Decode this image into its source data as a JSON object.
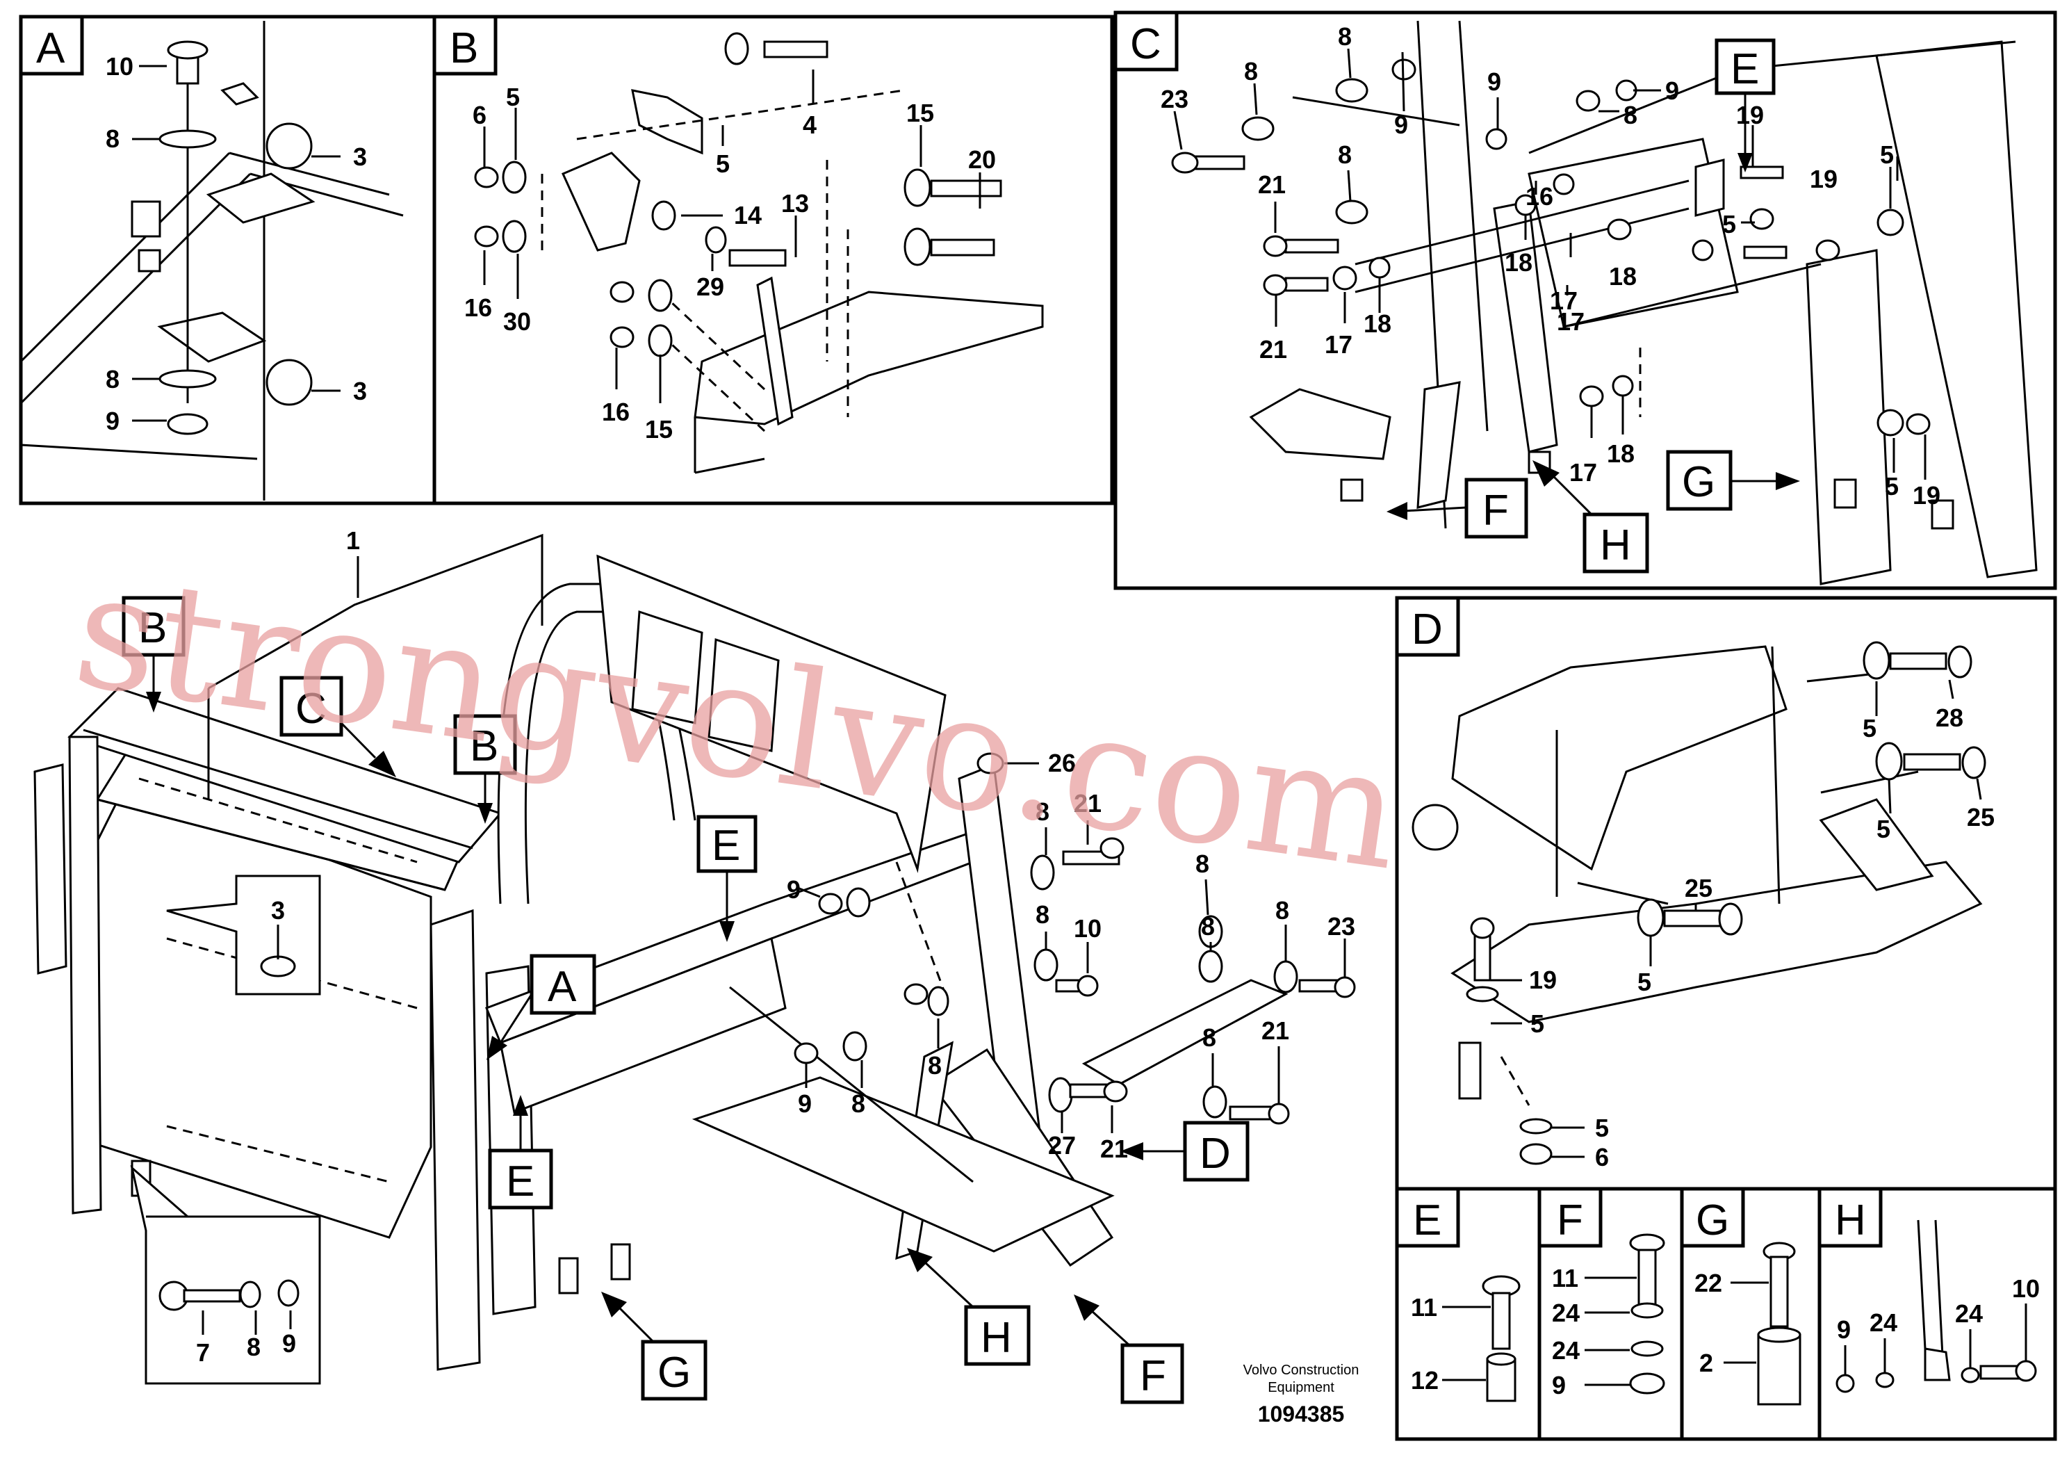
{
  "watermark": "strongvolvo.com",
  "footer": {
    "brand_line1": "Volvo Construction",
    "brand_line2": "Equipment",
    "doc_number": "1094385"
  },
  "colors": {
    "line": "#000000",
    "watermark": "#e8a0a0"
  },
  "detail_labels": {
    "A": "A",
    "B": "B",
    "C": "C",
    "D": "D",
    "E": "E",
    "F": "F",
    "G": "G",
    "H": "H"
  },
  "main_view": {
    "ref_1": "1",
    "ref_3": "3",
    "ref_7": "7",
    "ref_8a": "8",
    "ref_9a": "9",
    "ref_26": "26",
    "ref_8b": "8",
    "ref_21a": "21",
    "ref_9b": "9",
    "ref_8c": "8",
    "ref_8d": "8",
    "ref_10": "10",
    "ref_8e": "8",
    "ref_23": "23",
    "ref_9c": "9",
    "ref_8f": "8",
    "ref_8g": "8",
    "ref_8h": "8",
    "ref_21b": "21",
    "ref_27": "27",
    "ref_21c": "21",
    "ref_8i": "8"
  },
  "detail_a": {
    "n10": "10",
    "n8a": "8",
    "n3a": "3",
    "n8b": "8",
    "n3b": "3",
    "n9": "9"
  },
  "detail_b": {
    "n6": "6",
    "n5a": "5",
    "n4": "4",
    "n5b": "5",
    "n15a": "15",
    "n20": "20",
    "n14": "14",
    "n13": "13",
    "n16a": "16",
    "n30": "30",
    "n29": "29",
    "n16b": "16",
    "n15b": "15"
  },
  "detail_c": {
    "n23": "23",
    "n8a": "8",
    "n8b": "8",
    "n9a": "9",
    "n9b": "9",
    "n9c": "9",
    "n8c": "8",
    "n19a": "19",
    "n21a": "21",
    "n8d": "8",
    "n16": "16",
    "n5a": "5",
    "n19b": "19",
    "n5b": "5",
    "n18a": "18",
    "n17a": "17",
    "n18b": "18",
    "n17b": "17",
    "n21b": "21",
    "n17c": "17",
    "n18c": "18",
    "n17d": "17",
    "n18d": "18",
    "n5c": "5",
    "n19c": "19"
  },
  "detail_d": {
    "n5a": "5",
    "n28": "28",
    "n5b": "5",
    "n25a": "25",
    "n25b": "25",
    "n19": "19",
    "n5c": "5",
    "n5d": "5",
    "n5e": "5",
    "n6": "6"
  },
  "detail_e": {
    "n11": "11",
    "n12": "12"
  },
  "detail_f": {
    "n11": "11",
    "n24a": "24",
    "n24b": "24",
    "n9": "9"
  },
  "detail_g": {
    "n22": "22",
    "n2": "2"
  },
  "detail_h": {
    "n9": "9",
    "n24a": "24",
    "n24b": "24",
    "n10": "10"
  }
}
